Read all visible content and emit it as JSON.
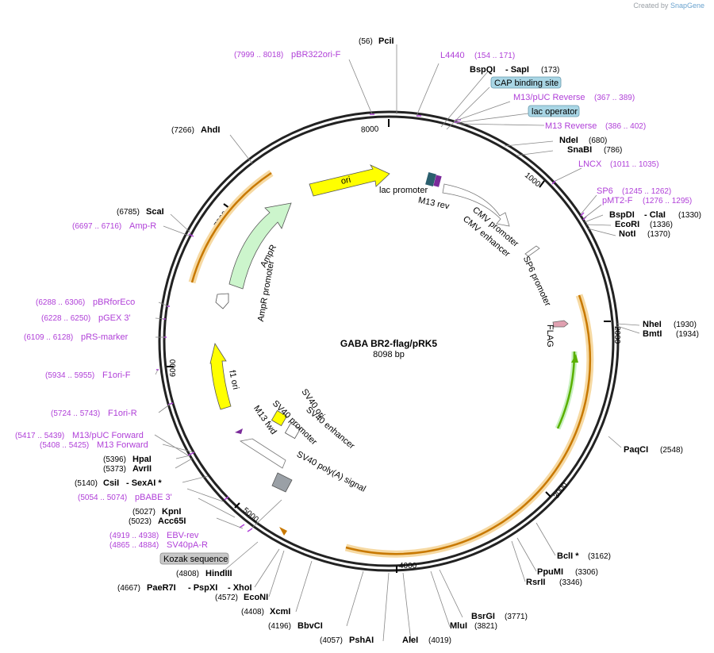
{
  "credit": {
    "prefix": "Created by",
    "brand": "SnapGene"
  },
  "title": "GABA BR2-flag/pRK5",
  "length_label": "8098 bp",
  "ruler": {
    "ticks": [
      "1000",
      "2000",
      "3000",
      "4000",
      "5000",
      "6000",
      "7000",
      "8000"
    ]
  },
  "enzymes": [
    {
      "name": "PciI",
      "pos": "(56)"
    },
    {
      "name": "BspQI",
      "extra": "- SapI",
      "pos": "(173)"
    },
    {
      "name": "NdeI",
      "pos": "(680)"
    },
    {
      "name": "SnaBI",
      "pos": "(786)"
    },
    {
      "name": "BspDI",
      "extra": "- ClaI",
      "pos": "(1330)"
    },
    {
      "name": "EcoRI",
      "pos": "(1336)"
    },
    {
      "name": "NotI",
      "pos": "(1370)"
    },
    {
      "name": "NheI",
      "pos": "(1930)"
    },
    {
      "name": "BmtI",
      "pos": "(1934)"
    },
    {
      "name": "PaqCI",
      "pos": "(2548)"
    },
    {
      "name": "BclI *",
      "pos": "(3162)"
    },
    {
      "name": "PpuMI",
      "pos": "(3306)"
    },
    {
      "name": "RsrII",
      "pos": "(3346)"
    },
    {
      "name": "BsrGI",
      "pos": "(3771)"
    },
    {
      "name": "MluI",
      "pos": "(3821)"
    },
    {
      "name": "AleI",
      "pos": "(4019)"
    },
    {
      "name": "PshAI",
      "pos": "(4057)"
    },
    {
      "name": "BbvCI",
      "pos": "(4196)"
    },
    {
      "name": "XcmI",
      "pos": "(4408)"
    },
    {
      "name": "EcoNI",
      "pos": "(4572)"
    },
    {
      "name": "PaeR7I",
      "extra": "- PspXI",
      "extra2": "- XhoI",
      "pos": "(4667)"
    },
    {
      "name": "HindIII",
      "pos": "(4808)"
    },
    {
      "name": "Acc65I",
      "pos": "(5023)"
    },
    {
      "name": "KpnI",
      "pos": "(5027)"
    },
    {
      "name": "CsiI",
      "extra": "- SexAI *",
      "pos": "(5140)"
    },
    {
      "name": "AvrII",
      "pos": "(5373)"
    },
    {
      "name": "HpaI",
      "pos": "(5396)"
    },
    {
      "name": "ScaI",
      "pos": "(6785)"
    },
    {
      "name": "AhdI",
      "pos": "(7266)"
    }
  ],
  "primers": [
    {
      "name": "L4440",
      "range": "(154 .. 171)"
    },
    {
      "name": "M13/pUC Reverse",
      "range": "(367 .. 389)"
    },
    {
      "name": "M13 Reverse",
      "range": "(386 .. 402)"
    },
    {
      "name": "LNCX",
      "range": "(1011 .. 1035)"
    },
    {
      "name": "SP6",
      "range": "(1245 .. 1262)"
    },
    {
      "name": "pMT2-F",
      "range": "(1276 .. 1295)"
    },
    {
      "name": "pBR322ori-F",
      "range": "(7999 .. 8018)"
    },
    {
      "name": "Amp-R",
      "range": "(6697 .. 6716)"
    },
    {
      "name": "pBRforEco",
      "range": "(6288 .. 6306)"
    },
    {
      "name": "pGEX 3'",
      "range": "(6228 .. 6250)"
    },
    {
      "name": "pRS-marker",
      "range": "(6109 .. 6128)"
    },
    {
      "name": "F1ori-F",
      "range": "(5934 .. 5955)"
    },
    {
      "name": "F1ori-R",
      "range": "(5724 .. 5743)"
    },
    {
      "name": "M13/pUC Forward",
      "range": "(5417 .. 5439)"
    },
    {
      "name": "M13 Forward",
      "range": "(5408 .. 5425)"
    },
    {
      "name": "pBABE 3'",
      "range": "(5054 .. 5074)"
    },
    {
      "name": "EBV-rev",
      "range": "(4919 .. 4938)"
    },
    {
      "name": "SV40pA-R",
      "range": "(4865 .. 4884)"
    }
  ],
  "boxed_features": [
    "CAP binding site",
    "lac operator",
    "Kozak sequence"
  ],
  "features": {
    "ori": "ori",
    "lac_promoter": "lac promoter",
    "m13_rev": "M13 rev",
    "cmv_promoter": "CMV promoter",
    "cmv_enhancer": "CMV enhancer",
    "sp6_promoter": "SP6 promoter",
    "flag": "FLAG",
    "ampr": "AmpR",
    "ampr_promoter": "AmpR promoter",
    "f1_ori": "f1 ori",
    "sv40_ori": "SV40 ori",
    "sv40_enhancer": "SV40 enhancer",
    "sv40_promoter": "SV40 promoter",
    "m13_fwd": "M13 fwd",
    "sv40_polya": "SV40 poly(A) signal"
  },
  "colors": {
    "primer": "#b040d8",
    "ori": "#ffff00",
    "ampr": "#ccf5cc",
    "insert_highlight": "#f6d9a2",
    "insert_arrow": "#c87800",
    "inner_green": "#59b000",
    "boxed_bg": "#a9d6e5"
  }
}
